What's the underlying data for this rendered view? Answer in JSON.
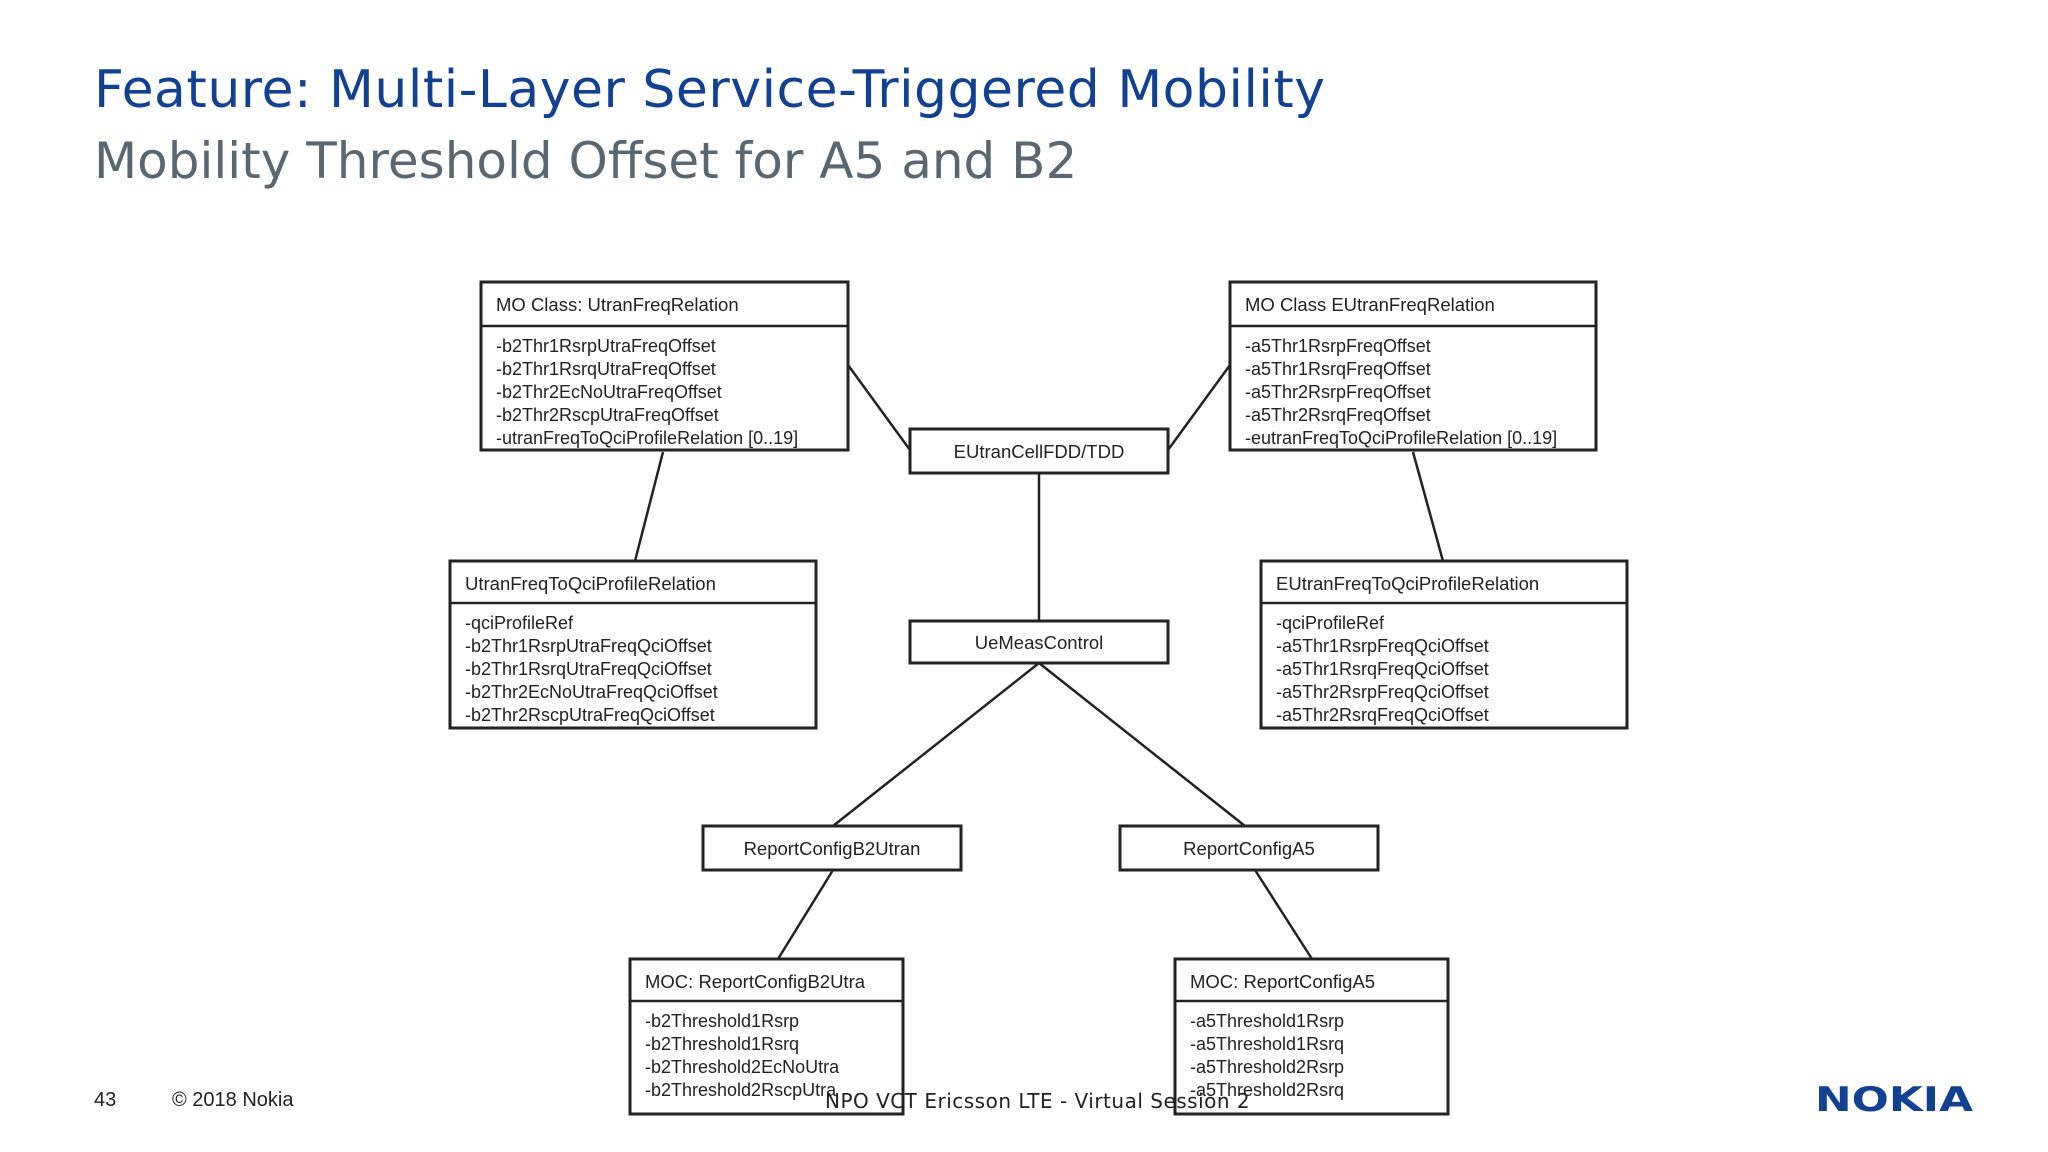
{
  "header": {
    "title": "Feature: Multi-Layer Service-Triggered Mobility",
    "subtitle": "Mobility Threshold Offset for A5 and B2"
  },
  "diagram": {
    "utran_freq_relation": {
      "title": "MO Class: UtranFreqRelation",
      "attributes": [
        "-b2Thr1RsrpUtraFreqOffset",
        "-b2Thr1RsrqUtraFreqOffset",
        "-b2Thr2EcNoUtraFreqOffset",
        "-b2Thr2RscpUtraFreqOffset",
        "-utranFreqToQciProfileRelation [0..19]"
      ]
    },
    "eutran_freq_relation": {
      "title": "MO Class EUtranFreqRelation",
      "attributes": [
        "-a5Thr1RsrpFreqOffset",
        "-a5Thr1RsrqFreqOffset",
        "-a5Thr2RsrpFreqOffset",
        "-a5Thr2RsrqFreqOffset",
        "-eutranFreqToQciProfileRelation [0..19]"
      ]
    },
    "eutran_cell": {
      "title": "EUtranCellFDD/TDD"
    },
    "utran_qci_relation": {
      "title": "UtranFreqToQciProfileRelation",
      "attributes": [
        "-qciProfileRef",
        "-b2Thr1RsrpUtraFreqQciOffset",
        "-b2Thr1RsrqUtraFreqQciOffset",
        "-b2Thr2EcNoUtraFreqQciOffset",
        "-b2Thr2RscpUtraFreqQciOffset"
      ]
    },
    "eutran_qci_relation": {
      "title": "EUtranFreqToQciProfileRelation",
      "attributes": [
        "-qciProfileRef",
        "-a5Thr1RsrpFreqQciOffset",
        "-a5Thr1RsrqFreqQciOffset",
        "-a5Thr2RsrpFreqQciOffset",
        "-a5Thr2RsrqFreqQciOffset"
      ]
    },
    "ue_meas_control": {
      "title": "UeMeasControl"
    },
    "report_config_b2utran": {
      "title": "ReportConfigB2Utran"
    },
    "report_config_a5": {
      "title": "ReportConfigA5"
    },
    "moc_b2utra": {
      "title": "MOC: ReportConfigB2Utra",
      "attributes": [
        "-b2Threshold1Rsrp",
        "-b2Threshold1Rsrq",
        "-b2Threshold2EcNoUtra",
        "-b2Threshold2RscpUtra"
      ]
    },
    "moc_a5": {
      "title": "MOC: ReportConfigA5",
      "attributes": [
        "-a5Threshold1Rsrp",
        "-a5Threshold1Rsrq",
        "-a5Threshold2Rsrp",
        "-a5Threshold2Rsrq"
      ]
    }
  },
  "footer": {
    "page": "43",
    "copyright": "© 2018 Nokia",
    "session": "NPO VCT Ericsson LTE - Virtual Session 2",
    "logo": "NOKIA"
  },
  "colors": {
    "title": "#124191",
    "subtitle": "#5b6770",
    "logo": "#124191"
  }
}
